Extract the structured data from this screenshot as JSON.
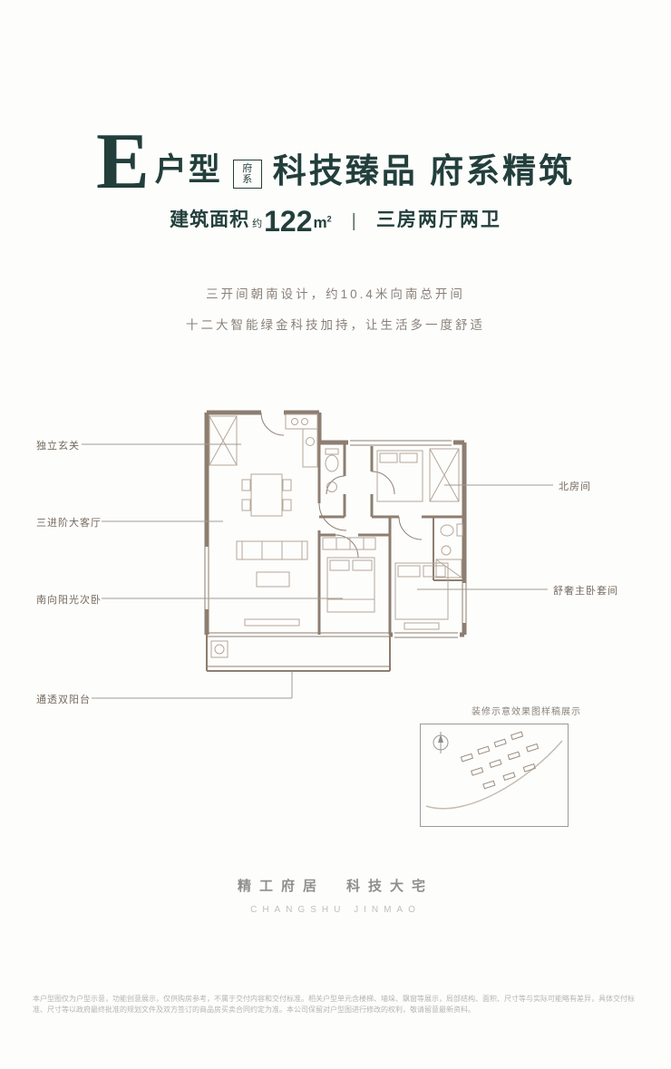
{
  "colors": {
    "accent": "#223f3b",
    "wall": "#8d7e71",
    "furniture": "#b5a798",
    "leader": "#a49a8f",
    "label_text": "#756a5e",
    "muted_text": "#8a8178",
    "footer_gray": "#8f8f8f",
    "brand_gray": "#c0c0c0",
    "disclaimer_gray": "#b5b5b5"
  },
  "header": {
    "type_letter": "E",
    "type_suffix": "户型",
    "badge_top": "府",
    "badge_bottom": "系",
    "headline": "科技臻品 府系精筑"
  },
  "spec": {
    "area_label": "建筑面积",
    "approx": "约",
    "area_value": "122",
    "unit_base": "m",
    "unit_sup": "2",
    "divider": "|",
    "layout": "三房两厅两卫"
  },
  "intro": {
    "line1": "三开间朝南设计，约10.4米向南总开间",
    "line2": "十二大智能绿金科技加持，让生活多一度舒适"
  },
  "plan": {
    "labels_left": [
      {
        "text": "独立玄关"
      },
      {
        "text": "三进阶大客厅"
      },
      {
        "text": "南向阳光次卧"
      },
      {
        "text": "通透双阳台"
      }
    ],
    "labels_right": [
      {
        "text": "北房间"
      },
      {
        "text": "舒奢主卧套间"
      }
    ],
    "site_caption": "装修示意效果图样稿展示"
  },
  "footer": {
    "slogan": "精工府居　科技大宅",
    "brand": "CHANGSHU JINMAO"
  },
  "disclaimer": {
    "text": "本户型图仅为户型示意，功能创意展示，仅供购房参考，不属于交付内容和交付标准。相关户型单元含楼梯、墙垛、飘窗等展示，局部结构、面积、尺寸等与实际可能略有差异，具体交付标准、尺寸等以政府最终批准的规划文件及双方签订的商品房买卖合同约定为准。本公司保留对户型图进行修改的权利，敬请留意最新资料。"
  }
}
